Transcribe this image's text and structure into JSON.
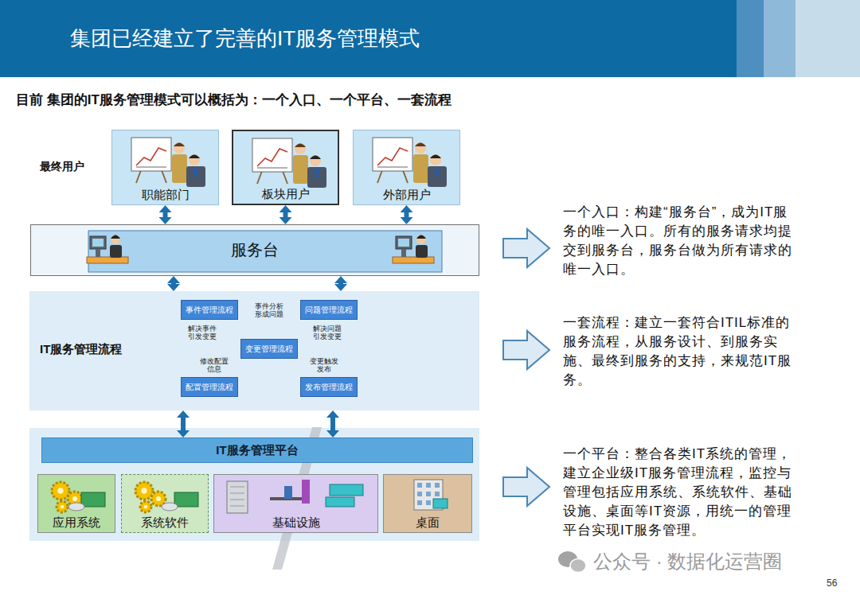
{
  "diagram": {
    "title": "集团已经建立了完善的IT服务管理模式",
    "nodes": [
      {
        "text": [
          "职能部门"
        ]
      },
      {
        "text": [
          "板块用户"
        ]
      },
      {
        "text": [
          "外部用户"
        ]
      },
      {
        "text": [
          "服务台"
        ]
      },
      {
        "text": [
          "IT服务管理流程"
        ]
      },
      {
        "text": [
          "事件管理流程"
        ],
        "in": 4
      },
      {
        "text": [
          "问题管理流程"
        ],
        "in": 4
      },
      {
        "text": [
          "变更管理流程"
        ],
        "in": 4
      },
      {
        "text": [
          "配置管理流程"
        ],
        "in": 4
      },
      {
        "text": [
          "发布管理流程"
        ],
        "in": 4
      },
      {
        "text": [
          "IT服务管理平台"
        ]
      },
      {
        "text": [
          "应用系统"
        ]
      },
      {
        "text": [
          "系统软件"
        ]
      },
      {
        "text": [
          "基础设施"
        ]
      },
      {
        "text": [
          "桌面"
        ]
      }
    ],
    "edges": [
      {
        "from": 0,
        "to": 3,
        "arrow": "both"
      },
      {
        "from": 1,
        "to": 3,
        "arrow": "both"
      },
      {
        "from": 2,
        "to": 3,
        "arrow": "both"
      },
      {
        "from": 3,
        "to": 4,
        "arrow": "both"
      },
      {
        "from": 3,
        "to": 4,
        "arrow": "both"
      },
      {
        "from": 5,
        "to": 6,
        "label": "事件分析形成问题",
        "arrow": "to"
      },
      {
        "from": 5,
        "to": 7,
        "label": "解决事件引发变更",
        "arrow": "to"
      },
      {
        "from": 6,
        "to": 7,
        "label": "解决问题引发变更",
        "arrow": "to"
      },
      {
        "from": 7,
        "to": 8,
        "label": "修改配置信息",
        "arrow": "to"
      },
      {
        "from": 7,
        "to": 9,
        "label": "变更触发发布",
        "arrow": "to"
      },
      {
        "from": 4,
        "to": 10,
        "arrow": "both"
      },
      {
        "from": 4,
        "to": 10,
        "arrow": "both"
      }
    ],
    "labels": [
      "目前 集团的IT服务管理模式可以概括为：一个入口、一个平台、一套流程",
      "最终用户",
      "一个入口：构建“服务台”，成为IT服务的唯一入口。所有的服务请求均提交到服务台，服务台做为所有请求的唯一入口。",
      "一套流程：建立一套符合ITIL标准的服务流程，从服务设计、到服务实施、最终到服务的支持，来规范IT服务。",
      "一个平台：整合各类IT系统的管理，建立企业级IT服务管理流程，监控与管理包括应用系统、系统软件、基础设施、桌面等IT资源，用统一的管理平台实现IT服务管理。",
      "公众号 · 数据化运营圈",
      "56"
    ]
  }
}
